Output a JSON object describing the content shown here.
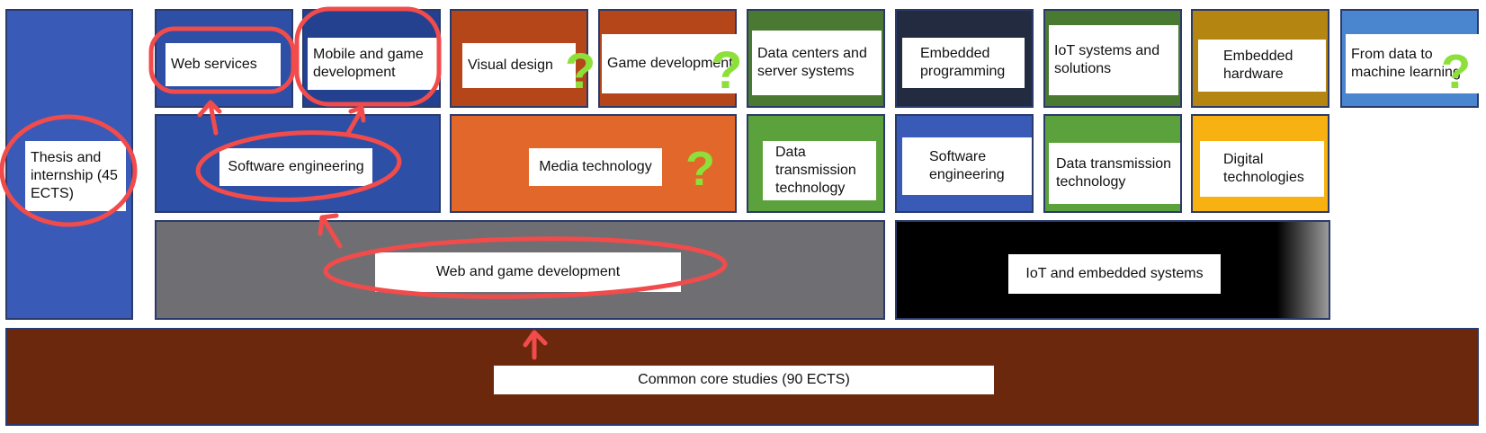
{
  "colors": {
    "thesis": "#3a5ab8",
    "web_track": "#2e4fa6",
    "web_track_dark": "#23418e",
    "media_dark": "#b4461a",
    "media": "#e2672a",
    "green_dark": "#4a7a32",
    "green": "#5ca23c",
    "navy": "#232b40",
    "amber": "#b48510",
    "yellow": "#f7b212",
    "light_blue": "#4a86cf",
    "gray": "#6f6f73",
    "black": "#000000",
    "brown": "#6b280d",
    "annotation_red": "#f24b4b",
    "annotation_green": "#8de03a"
  },
  "blocks": {
    "thesis": "Thesis and internship (45 ECTS)",
    "web_services": "Web services",
    "mobile_game": "Mobile and game development",
    "visual_design": "Visual design",
    "game_development": "Game development",
    "data_centers": "Data centers and server systems",
    "embedded_programming": "Embedded programming",
    "iot_systems": "IoT systems and solutions",
    "embedded_hardware": "Embedded hardware",
    "data_ml": "From data to machine learning",
    "software_engineering": "Software engineering",
    "media_technology": "Media technology",
    "data_transmission_1": "Data transmission technology",
    "software_engineering_2": "Software engineering",
    "data_transmission_2": "Data transmission technology",
    "digital_technologies": "Digital technologies",
    "web_game_dev": "Web and game development",
    "iot_embedded": "IoT and embedded systems",
    "common_core": "Common core studies (90 ECTS)"
  },
  "annotations": {
    "question_mark": "?"
  }
}
